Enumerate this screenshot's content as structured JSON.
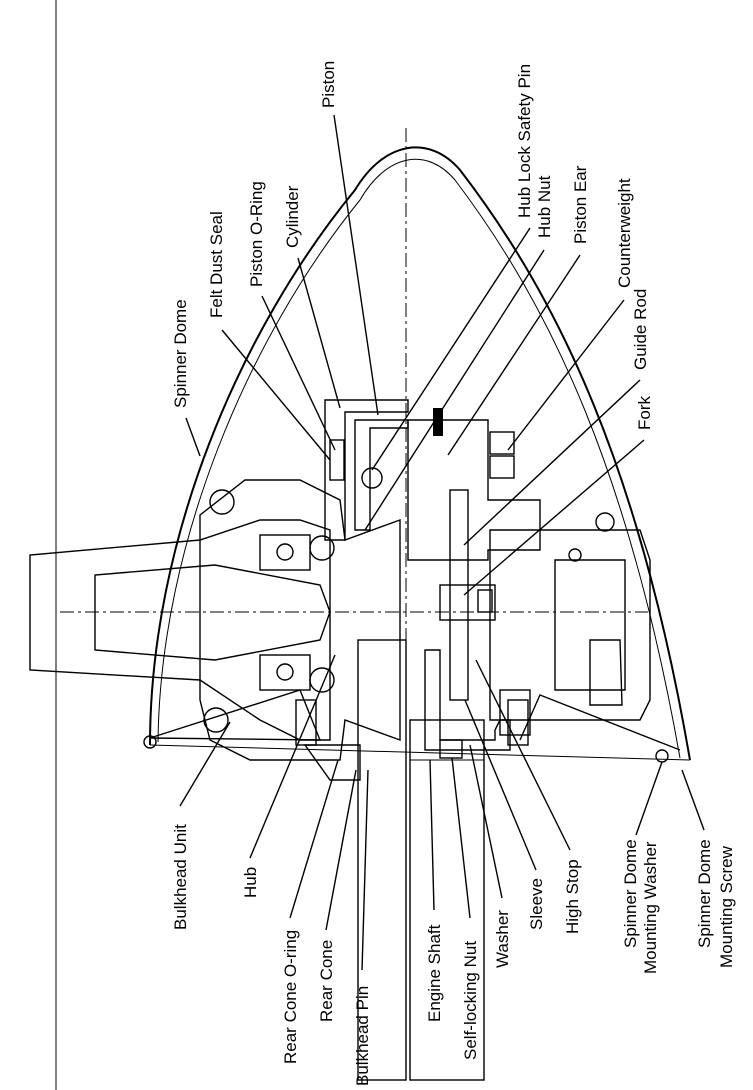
{
  "labels": {
    "spinner_dome": "Spinner Dome",
    "felt_dust_seal": "Felt Dust Seal",
    "piston_o_ring": "Piston O-Ring",
    "cylinder": "Cylinder",
    "piston": "Piston",
    "hub_lock_safety_pin": "Hub Lock Safety Pin",
    "hub_nut": "Hub Nut",
    "piston_ear": "Piston Ear",
    "counterweight": "Counterweight",
    "guide_rod": "Guide Rod",
    "fork": "Fork",
    "bulkhead_unit": "Bulkhead Unit",
    "hub": "Hub",
    "rear_cone_o_ring": "Rear Cone O-ring",
    "rear_cone": "Rear Cone",
    "bulkhead_pin": "Bulkhead Pin",
    "engine_shaft": "Engine Shaft",
    "self_locking_nut": "Self-locking Nut",
    "washer": "Washer",
    "sleeve": "Sleeve",
    "high_stop": "High Stop",
    "spinner_dome_mounting_washer_1": "Spinner Dome",
    "spinner_dome_mounting_washer_2": "Mounting Washer",
    "spinner_dome_mounting_screw_1": "Spinner Dome",
    "spinner_dome_mounting_screw_2": "Mounting Screw"
  }
}
